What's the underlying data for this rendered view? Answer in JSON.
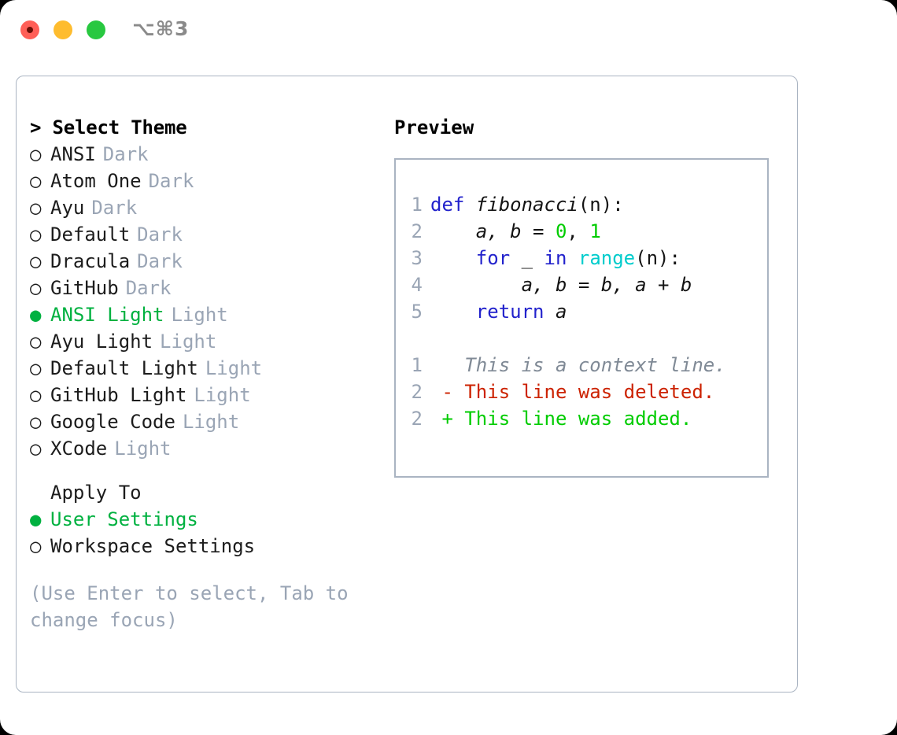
{
  "titlebar": {
    "shortcut": "⌥⌘3",
    "buttons": [
      {
        "name": "close",
        "color": "#ff5f57"
      },
      {
        "name": "minimize",
        "color": "#febc2e"
      },
      {
        "name": "zoom",
        "color": "#28c840"
      }
    ]
  },
  "theme_section": {
    "heading": "> Select Theme",
    "marker_unselected": "○",
    "marker_selected": "●",
    "accent_color": "#00b140",
    "badge_color": "#9aa5b5",
    "items": [
      {
        "name": "ANSI",
        "badge": "Dark",
        "selected": false
      },
      {
        "name": "Atom One",
        "badge": "Dark",
        "selected": false
      },
      {
        "name": "Ayu",
        "badge": "Dark",
        "selected": false
      },
      {
        "name": "Default",
        "badge": "Dark",
        "selected": false
      },
      {
        "name": "Dracula",
        "badge": "Dark",
        "selected": false
      },
      {
        "name": "GitHub",
        "badge": "Dark",
        "selected": false
      },
      {
        "name": "ANSI Light",
        "badge": "Light",
        "selected": true
      },
      {
        "name": "Ayu Light",
        "badge": "Light",
        "selected": false
      },
      {
        "name": "Default Light",
        "badge": "Light",
        "selected": false
      },
      {
        "name": "GitHub Light",
        "badge": "Light",
        "selected": false
      },
      {
        "name": "Google Code",
        "badge": "Light",
        "selected": false
      },
      {
        "name": "XCode",
        "badge": "Light",
        "selected": false
      }
    ]
  },
  "apply_section": {
    "heading": "Apply To",
    "items": [
      {
        "label": "User Settings",
        "selected": true
      },
      {
        "label": "Workspace Settings",
        "selected": false
      }
    ]
  },
  "hint": "(Use Enter to select, Tab to change focus)",
  "preview": {
    "title": "Preview",
    "code_lines": [
      {
        "number": "1",
        "tokens": [
          {
            "text": "def ",
            "type": "kw"
          },
          {
            "text": "fibonacci",
            "type": "plain"
          },
          {
            "text": "(n):",
            "type": "punct"
          }
        ]
      },
      {
        "number": "2",
        "tokens": [
          {
            "text": "    a, b = ",
            "type": "plain"
          },
          {
            "text": "0",
            "type": "num"
          },
          {
            "text": ", ",
            "type": "punct"
          },
          {
            "text": "1",
            "type": "num"
          }
        ]
      },
      {
        "number": "3",
        "tokens": [
          {
            "text": "    ",
            "type": "punct"
          },
          {
            "text": "for",
            "type": "kw"
          },
          {
            "text": " _ ",
            "type": "plain"
          },
          {
            "text": "in",
            "type": "kw"
          },
          {
            "text": " ",
            "type": "punct"
          },
          {
            "text": "range",
            "type": "fn"
          },
          {
            "text": "(n):",
            "type": "punct"
          }
        ]
      },
      {
        "number": "4",
        "tokens": [
          {
            "text": "        a, b = b, a + b",
            "type": "plain"
          }
        ]
      },
      {
        "number": "5",
        "tokens": [
          {
            "text": "    ",
            "type": "punct"
          },
          {
            "text": "return",
            "type": "kw"
          },
          {
            "text": " a",
            "type": "plain"
          }
        ]
      }
    ],
    "diff_lines": [
      {
        "number": "1",
        "prefix": "  ",
        "text": "This is a context line.",
        "kind": "context"
      },
      {
        "number": "2",
        "prefix": "- ",
        "text": "This line was deleted.",
        "kind": "deleted"
      },
      {
        "number": "2",
        "prefix": "+ ",
        "text": "This line was added.",
        "kind": "added"
      }
    ],
    "colors": {
      "keyword": "#2222cc",
      "function": "#00cccc",
      "number": "#00cc00",
      "line_number": "#9aa5b5",
      "context": "#808a96",
      "deleted": "#cc2200",
      "added": "#00cc00",
      "border": "#aab4c2"
    }
  }
}
